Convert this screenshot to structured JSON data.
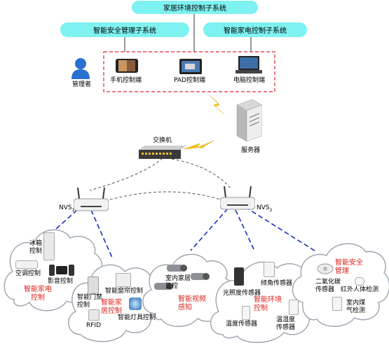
{
  "top": {
    "title": "家居环境控制子系统",
    "left": "智能安全管理子系统",
    "right": "智能家电控制子系统"
  },
  "admin": "管理者",
  "terminals": {
    "phone": "手机控制端",
    "pad": "PAD控制端",
    "pc": "电脑控制端"
  },
  "server": "服务器",
  "switch": "交换机",
  "nvs1": "NVS",
  "nvs1_sub": "1",
  "nvs2": "NVS",
  "nvs2_sub": "2",
  "clouds": {
    "appliance": {
      "fridge": "冰箱\n控制",
      "ac": "空调控制",
      "av": "影音控制",
      "title": "智能家电\n控制"
    },
    "home": {
      "curtain": "智能窗帘控制",
      "door": "智能门禁\n控制",
      "title": "智能家\n居控制",
      "light": "智能灯具控制",
      "rfid": "RFID"
    },
    "video": {
      "cam": "室内家居\n监控",
      "title": "智能视频\n感知"
    },
    "env": {
      "light": "光照度传感器",
      "tilt": "倾角传感器",
      "title": "智能环境\n控制",
      "temp": "温度传感器",
      "humid": "温湿度\n传感器"
    },
    "safety": {
      "title": "智能安全\n管理",
      "co2": "二氧化碳\n传感器",
      "ir": "红外人体检测",
      "gas": "室内煤\n气检测"
    }
  },
  "colors": {
    "pill": "#7ef2f0",
    "dashed_box": "#e0263a",
    "bolt": "#f5c518",
    "link_blue": "#1a2fb8",
    "cloud_stroke": "#9aa3ad"
  }
}
